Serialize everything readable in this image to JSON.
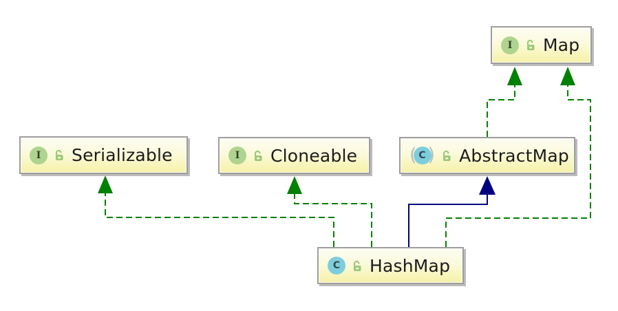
{
  "diagram": {
    "type": "uml-class-diagram",
    "colors": {
      "implements_edge": "#008000",
      "extends_edge": "#000080",
      "node_border": "#9d9d9d",
      "node_fill_top": "#fdfdf3",
      "node_fill_bottom": "#f6f1a6",
      "interface_icon_bg": "#afd48f",
      "class_icon_bg": "#7dcedc",
      "lock_icon": "#9bc978",
      "label_text": "#1b1b1b"
    },
    "nodes": [
      {
        "id": "map",
        "label": "Map",
        "kind": "interface",
        "icon_letter": "I",
        "visibility": "public"
      },
      {
        "id": "serializable",
        "label": "Serializable",
        "kind": "interface",
        "icon_letter": "I",
        "visibility": "public"
      },
      {
        "id": "cloneable",
        "label": "Cloneable",
        "kind": "interface",
        "icon_letter": "I",
        "visibility": "public"
      },
      {
        "id": "abstractmap",
        "label": "AbstractMap",
        "kind": "abstract-class",
        "icon_letter": "C",
        "visibility": "public"
      },
      {
        "id": "hashmap",
        "label": "HashMap",
        "kind": "class",
        "icon_letter": "C",
        "visibility": "public"
      }
    ],
    "edges": [
      {
        "from": "hashmap",
        "to": "serializable",
        "type": "implements",
        "line": "dashed-green"
      },
      {
        "from": "hashmap",
        "to": "cloneable",
        "type": "implements",
        "line": "dashed-green"
      },
      {
        "from": "hashmap",
        "to": "abstractmap",
        "type": "extends",
        "line": "solid-blue"
      },
      {
        "from": "hashmap",
        "to": "map",
        "type": "implements",
        "line": "dashed-green"
      },
      {
        "from": "abstractmap",
        "to": "map",
        "type": "implements",
        "line": "dashed-green"
      }
    ]
  }
}
